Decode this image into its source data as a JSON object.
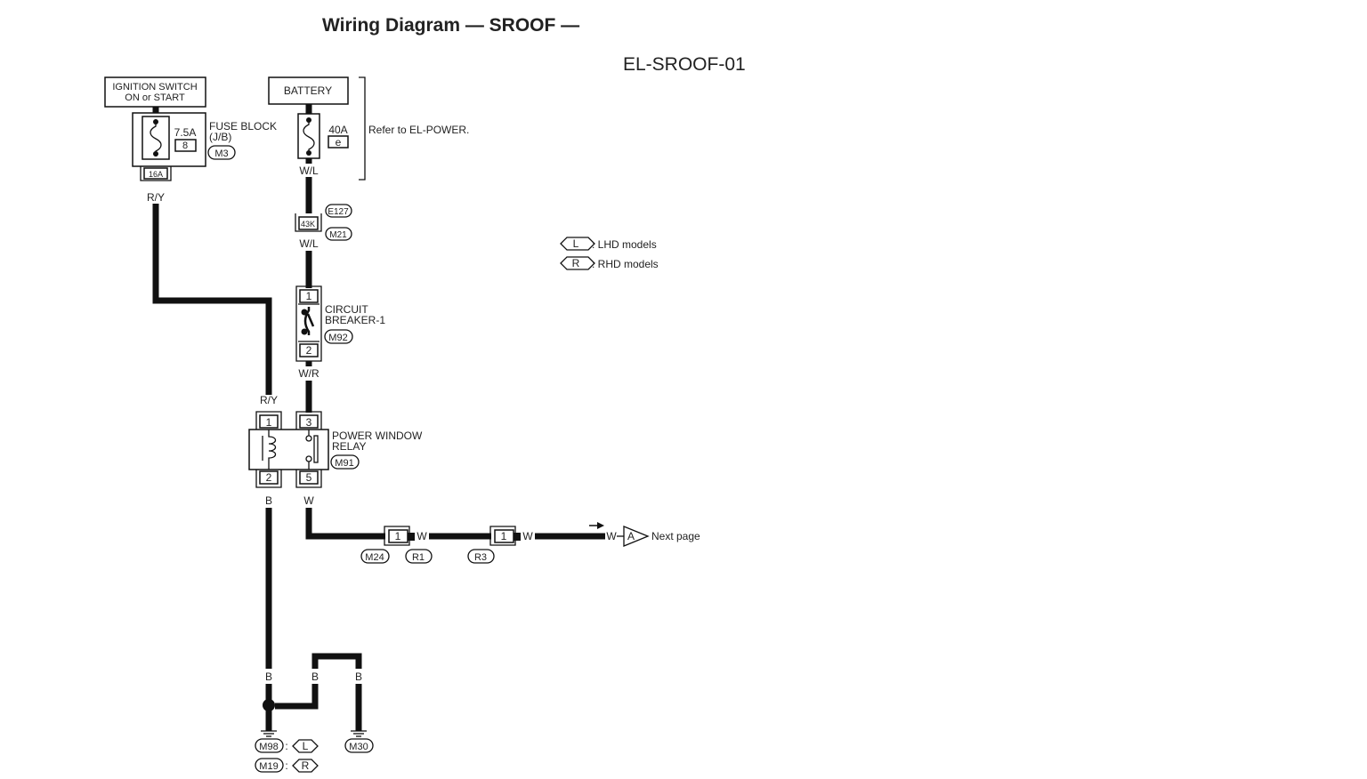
{
  "title": "Wiring Diagram — SROOF —",
  "diagram_code": "EL-SROOF-01",
  "ignition": {
    "line1": "IGNITION SWITCH",
    "line2": "ON or START"
  },
  "battery": {
    "label": "BATTERY",
    "refer": "Refer to EL-POWER."
  },
  "fuse_block": {
    "line1": "FUSE BLOCK",
    "line2": "(J/B)",
    "connector": "M3",
    "fuse_rating": "7.5A",
    "fuse_number": "8",
    "terminal": "16A"
  },
  "battery_fuse": {
    "rating": "40A",
    "letter": "e"
  },
  "wires": {
    "ry_top": "R/Y",
    "ry_relay": "R/Y",
    "wl_1": "W/L",
    "wl_2": "W/L",
    "wr": "W/R",
    "b_relay": "B",
    "w_relay": "W",
    "w_1": "W",
    "w_2": "W",
    "w_3": "W",
    "b_ground_1": "B",
    "b_ground_2": "B",
    "b_ground_3": "B"
  },
  "connector_43k": {
    "terminal": "43K",
    "conn_top": "E127",
    "conn_bottom": "M21"
  },
  "breaker": {
    "line1": "CIRCUIT",
    "line2": "BREAKER-1",
    "connector": "M92",
    "pin_in": "1",
    "pin_out": "2"
  },
  "relay": {
    "line1": "POWER WINDOW",
    "line2": "RELAY",
    "connector": "M91",
    "pin1": "1",
    "pin2": "2",
    "pin3": "3",
    "pin5": "5"
  },
  "inline_connectors": [
    {
      "pin": "1",
      "conn_a": "M24",
      "conn_b": "R1"
    },
    {
      "pin": "1",
      "conn_b": "R3"
    }
  ],
  "next_page": {
    "symbol": "A",
    "label": "Next page"
  },
  "legend": [
    {
      "symbol": "L",
      "text": ": LHD models"
    },
    {
      "symbol": "R",
      "text": ": RHD models"
    }
  ],
  "grounds": {
    "joint": [
      {
        "conn": "M98",
        "sep": ":",
        "variant": "L"
      },
      {
        "conn": "M19",
        "sep": ":",
        "variant": "R"
      }
    ],
    "separate": "M30"
  }
}
